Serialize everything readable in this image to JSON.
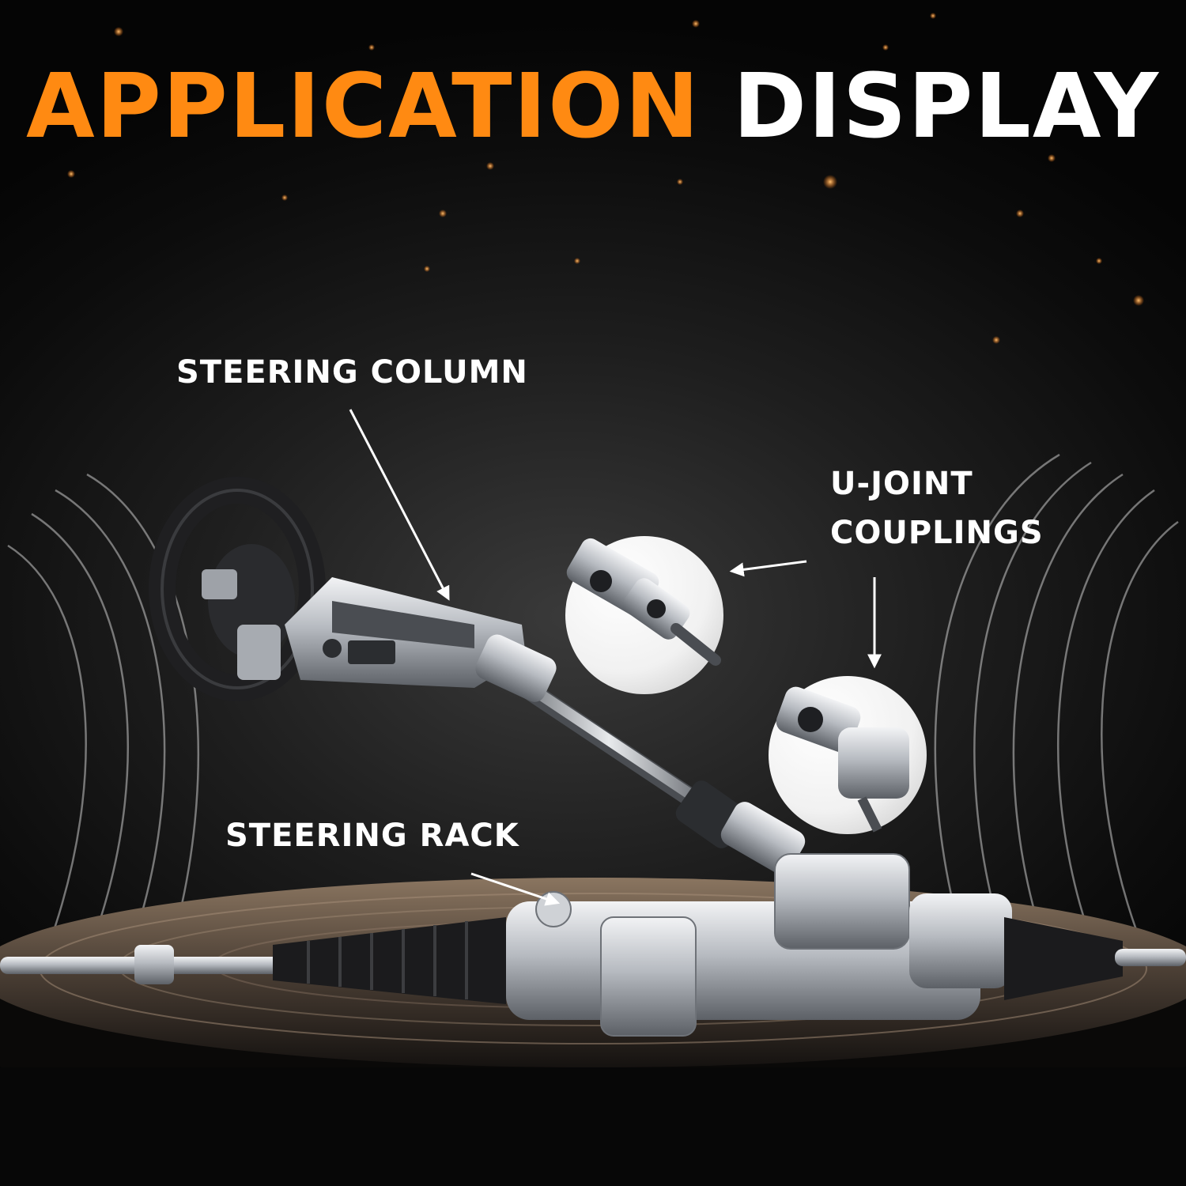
{
  "title": {
    "accent": "APPLICATION",
    "main": "DISPLAY"
  },
  "colors": {
    "accent": "#ff8a12",
    "text": "#ffffff",
    "background": "#0f0f0f",
    "metal": "#b8bcc2"
  },
  "labels": {
    "steering_column": "STEERING COLUMN",
    "u_joint_line1": "U-JOINT",
    "u_joint_line2": "COUPLINGS",
    "steering_rack": "STEERING RACK"
  }
}
